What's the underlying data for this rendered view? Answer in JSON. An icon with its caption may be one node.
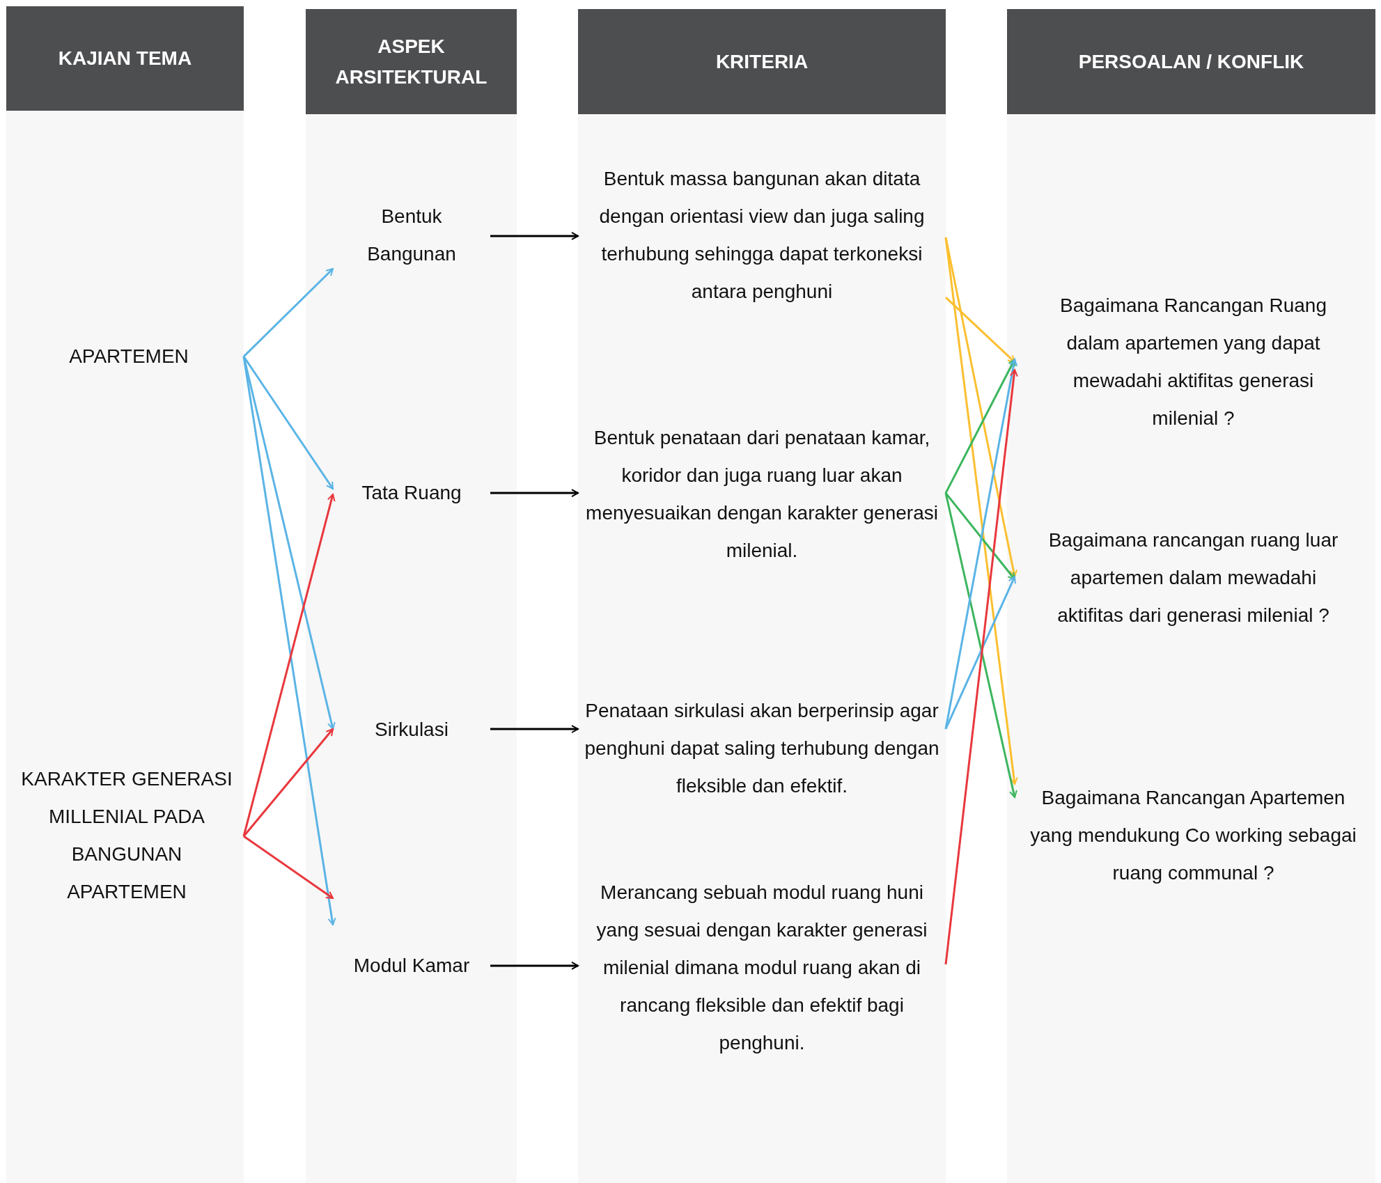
{
  "diagram": {
    "nodes": [
      {
        "text": [
          "KAJIAN TEMA"
        ]
      },
      {
        "text": [
          "ASPEK ARSITEKTURAL"
        ]
      },
      {
        "text": [
          "KRITERIA"
        ]
      },
      {
        "text": [
          "PERSOALAN / KONFLIK"
        ]
      },
      {
        "text": [
          "APARTEMEN"
        ]
      },
      {
        "text": [
          "KARAKTER GENERASI MILLENIAL PADA BANGUNAN APARTEMEN"
        ]
      },
      {
        "text": [
          "Bentuk Bangunan"
        ]
      },
      {
        "text": [
          "Tata Ruang"
        ]
      },
      {
        "text": [
          "Sirkulasi"
        ]
      },
      {
        "text": [
          "Modul Kamar"
        ]
      },
      {
        "text": [
          "Bentuk massa bangunan akan ditata dengan orientasi view dan juga saling terhubung sehingga dapat terkoneksi antara penghuni"
        ]
      },
      {
        "text": [
          "Bentuk penataan dari penataan kamar, koridor dan juga ruang luar akan menyesuaikan dengan karakter generasi milenial."
        ]
      },
      {
        "text": [
          "Penataan sirkulasi akan berperinsip agar penghuni dapat saling terhubung dengan fleksible dan efektif."
        ]
      },
      {
        "text": [
          "Merancang sebuah modul ruang huni yang sesuai dengan karakter generasi milenial dimana modul ruang akan di rancang fleksible dan efektif bagi penghuni."
        ]
      },
      {
        "text": [
          "Bagaimana Rancangan Ruang dalam apartemen yang dapat mewadahi aktifitas generasi milenial ?"
        ]
      },
      {
        "text": [
          "Bagaimana rancangan ruang luar apartemen dalam mewadahi aktifitas dari generasi milenial ?"
        ]
      },
      {
        "text": [
          "Bagaimana Rancangan Apartemen yang mendukung Co working sebagai ruang communal ?"
        ]
      }
    ],
    "edges": [
      {
        "from": 4,
        "to": 6,
        "arrow": "to"
      },
      {
        "from": 4,
        "to": 7,
        "arrow": "to"
      },
      {
        "from": 4,
        "to": 8,
        "arrow": "to"
      },
      {
        "from": 4,
        "to": 9,
        "arrow": "to"
      },
      {
        "from": 5,
        "to": 7,
        "arrow": "to",
        "color": "#e8383d"
      },
      {
        "from": 5,
        "to": 8,
        "arrow": "to",
        "color": "#e8383d"
      },
      {
        "from": 5,
        "to": 9,
        "arrow": "to",
        "color": "#e8383d"
      },
      {
        "from": 6,
        "to": 10,
        "arrow": "to",
        "color": "#000000"
      },
      {
        "from": 7,
        "to": 11,
        "arrow": "to",
        "color": "#000000"
      },
      {
        "from": 8,
        "to": 12,
        "arrow": "to",
        "color": "#000000"
      },
      {
        "from": 9,
        "to": 13,
        "arrow": "to",
        "color": "#000000"
      },
      {
        "from": 10,
        "to": 14,
        "arrow": "to",
        "color": "#fbbf2f"
      },
      {
        "from": 10,
        "to": 15,
        "arrow": "to",
        "color": "#fbbf2f"
      },
      {
        "from": 10,
        "to": 16,
        "arrow": "to",
        "color": "#fbbf2f"
      },
      {
        "from": 11,
        "to": 14,
        "arrow": "to",
        "color": "#3cb55e"
      },
      {
        "from": 11,
        "to": 15,
        "arrow": "to",
        "color": "#3cb55e"
      },
      {
        "from": 11,
        "to": 16,
        "arrow": "to",
        "color": "#3cb55e"
      },
      {
        "from": 12,
        "to": 14,
        "arrow": "to"
      },
      {
        "from": 12,
        "to": 15,
        "arrow": "to"
      },
      {
        "from": 13,
        "to": 14,
        "arrow": "to",
        "color": "#e8383d"
      }
    ]
  }
}
